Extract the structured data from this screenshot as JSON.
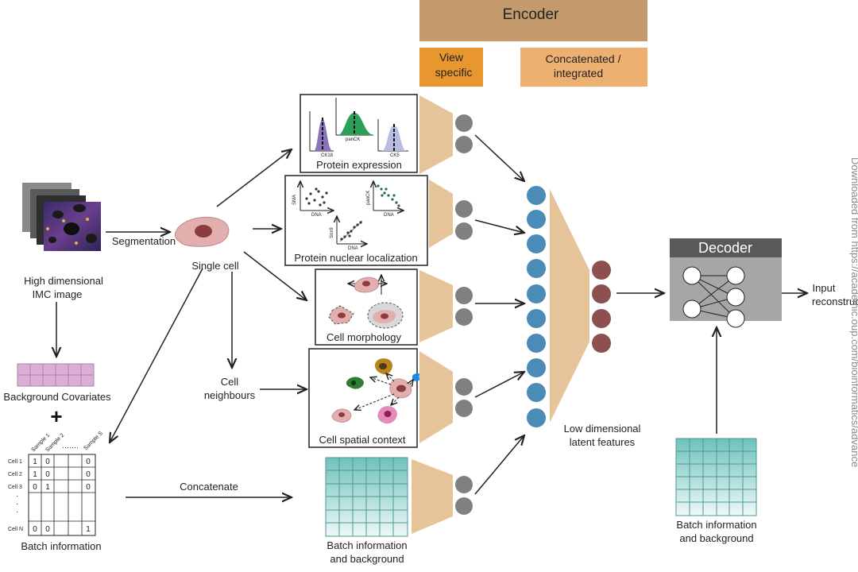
{
  "encoder": {
    "title": "Encoder",
    "view_specific": [
      "View",
      "specific"
    ],
    "concatenated": [
      "Concatenated /",
      "integrated"
    ]
  },
  "decoder": {
    "title": "Decoder"
  },
  "image": {
    "label": [
      "High dimensional",
      "IMC image"
    ]
  },
  "segmentation": "Segmentation",
  "single_cell": "Single cell",
  "cell_neighbours": [
    "Cell",
    "neighbours"
  ],
  "background_covariates": "Background Covariates",
  "plus": "+",
  "batch_matrix": {
    "label": "Batch information",
    "col_headers": [
      "Sample 1",
      "Sample 2",
      "·······",
      "Sample S"
    ],
    "row_labels": [
      "Cell 1",
      "Cell 2",
      "Cell 3",
      "·",
      "·",
      "·",
      "Cell N"
    ],
    "values": [
      [
        "1",
        "0",
        "",
        "",
        "0"
      ],
      [
        "1",
        "0",
        "",
        "",
        "0"
      ],
      [
        "0",
        "1",
        "",
        "",
        "0"
      ],
      [
        "",
        "",
        "",
        "",
        ""
      ],
      [
        "0",
        "0",
        "",
        "",
        "1"
      ]
    ]
  },
  "concatenate": "Concatenate",
  "views": {
    "protein_expression": "Protein expression",
    "protein_nuclear_localization": "Protein nuclear localization",
    "cell_morphology": "Cell morphology",
    "cell_spatial_context": "Cell spatial context",
    "batch_background": [
      "Batch information",
      "and background"
    ]
  },
  "mini_labels": {
    "ck18": "CK18",
    "pancK": "panCK",
    "ck5": "CK5",
    "sma": "SMA",
    "dna": "DNA",
    "pank": "panCK",
    "sox9": "Sox9"
  },
  "latent": [
    "Low dimensional",
    "latent features"
  ],
  "input_reconstruction": [
    "Input",
    "reconstruction"
  ],
  "decoder_batch": [
    "Batch information",
    "and background"
  ],
  "watermark": "Downloaded from https://academic.oup.com/bioinformatics/advance",
  "colors": {
    "encoder_brown": "#c49a6c",
    "view_orange": "#e8962e",
    "concat_orange": "#edb071",
    "funnel": "#e6c49a",
    "node_grey": "#808080",
    "latent_blue": "#4a8bb8",
    "output_brown": "#8c5050",
    "decoder_grey": "#a6a6a6",
    "grid_pink": "#dbaed8",
    "grid_teal": "#7ec9c3"
  }
}
